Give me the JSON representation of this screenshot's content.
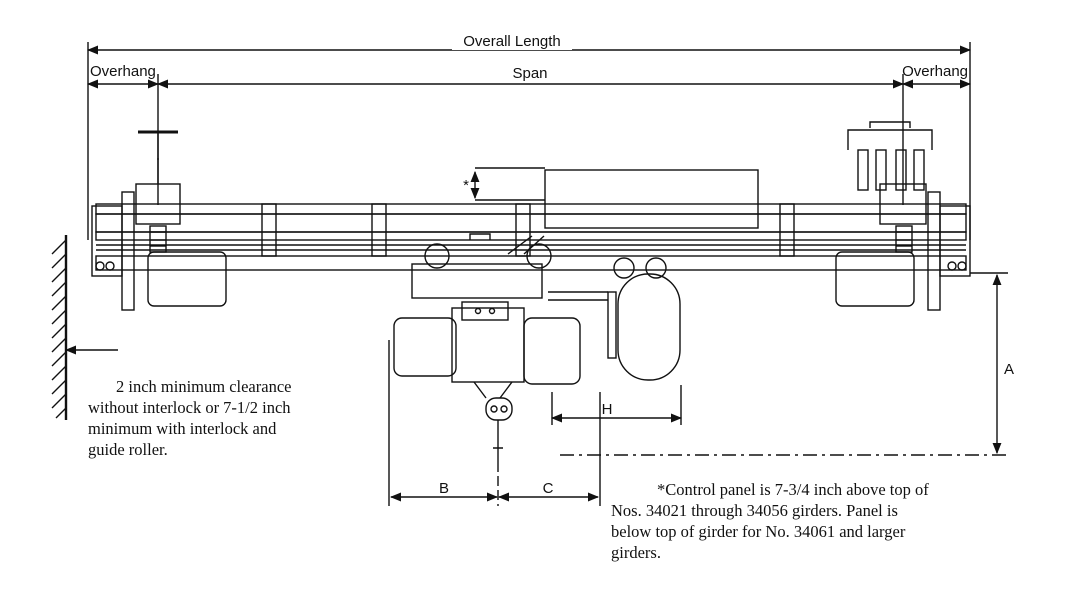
{
  "dimensions": {
    "overall_length": "Overall Length",
    "overhang_left": "Overhang",
    "span": "Span",
    "overhang_right": "Overhang",
    "star": "*",
    "a": "A",
    "b": "B",
    "c": "C",
    "h": "H"
  },
  "notes": {
    "clearance": {
      "line1": "2 inch minimum clearance",
      "line2": "without interlock or 7-1/2 inch",
      "line3": "minimum with interlock and",
      "line4": "guide roller."
    },
    "control_panel": {
      "line1": "*Control panel is 7-3/4 inch above top of",
      "line2": "Nos. 34021 through 34056 girders.  Panel is",
      "line3": "below top of girder for No. 34061 and larger",
      "line4": "girders."
    }
  }
}
